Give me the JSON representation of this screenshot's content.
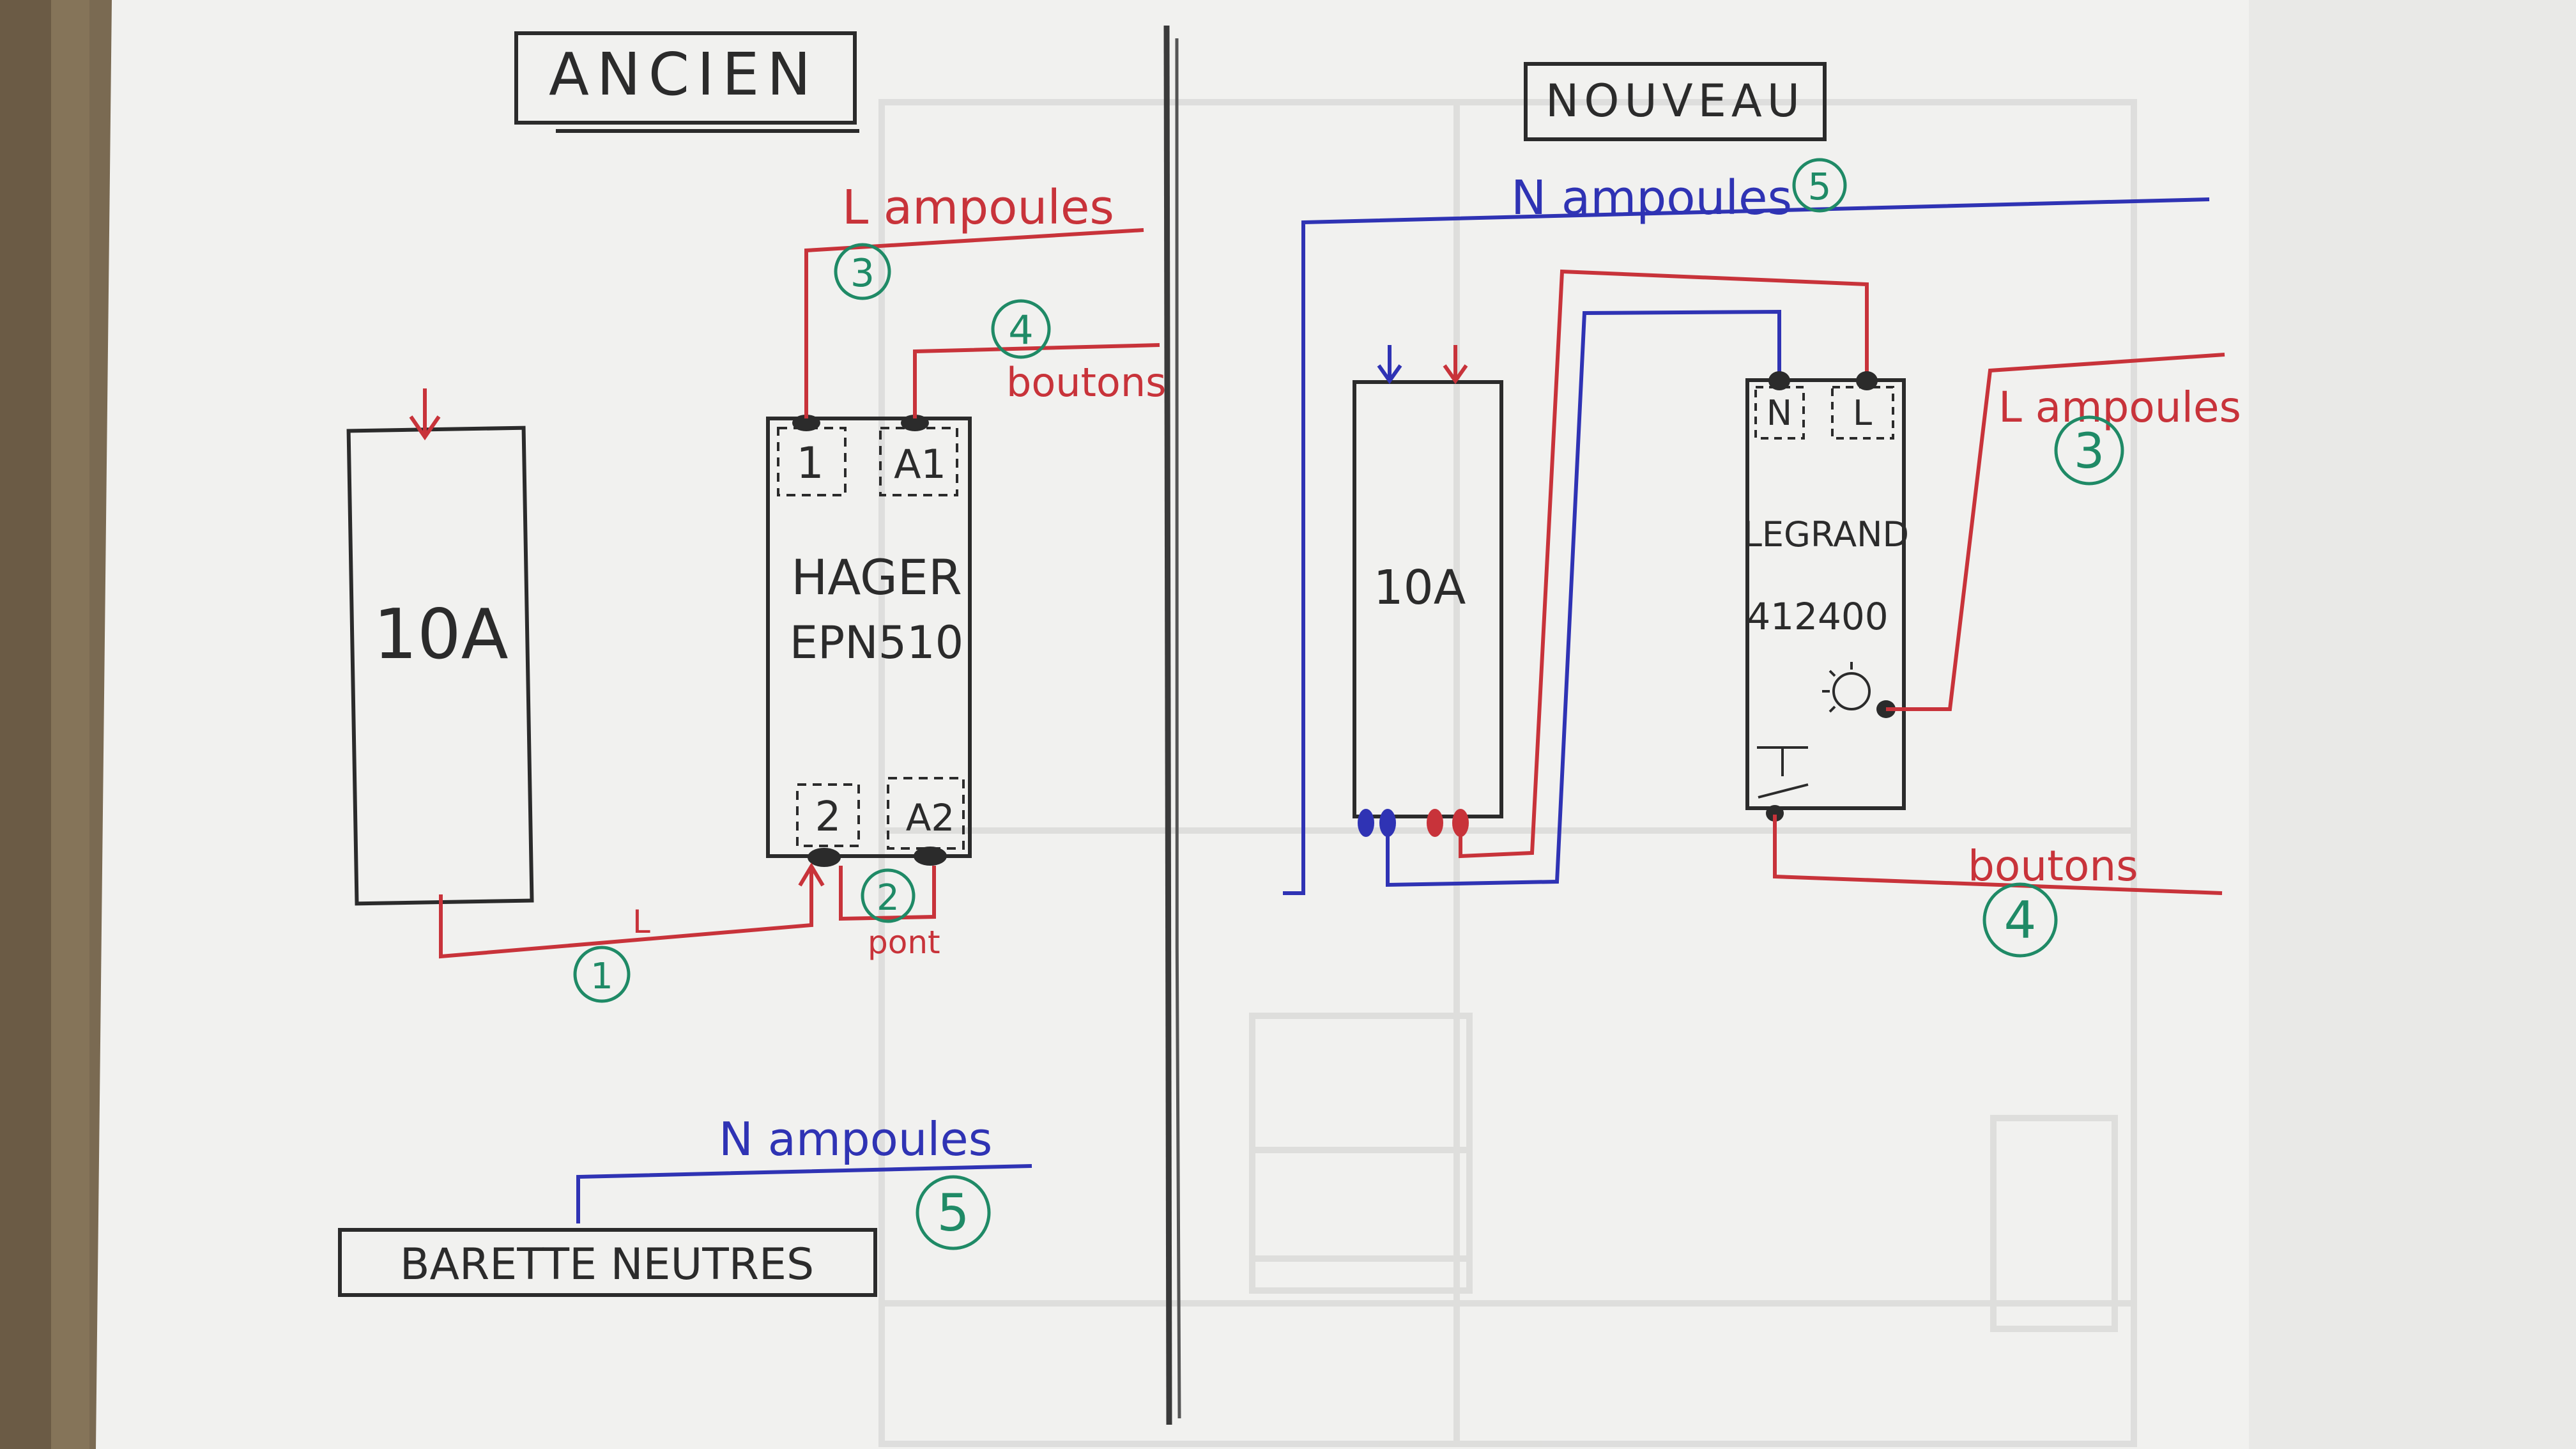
{
  "colors": {
    "ink_black": "#2b2b2b",
    "ink_red": "#c8333a",
    "ink_blue": "#2f33b4",
    "ink_green": "#1f8a66",
    "paper": "#f1f1ef",
    "wood": "#7a6a52"
  },
  "left": {
    "title": "ANCIEN",
    "breaker_label": "10A",
    "relay_brand": "HAGER",
    "relay_model": "EPN510",
    "terminal_1": "1",
    "terminal_a1": "A1",
    "terminal_2": "2",
    "terminal_a2": "A2",
    "l_ampoules": "L ampoules",
    "boutons": "boutons",
    "l_label": "L",
    "pont": "pont",
    "n_ampoules": "N ampoules",
    "neutral_bar": "BARETTE NEUTRES",
    "circle_1": "1",
    "circle_2": "2",
    "circle_3": "3",
    "circle_4": "4",
    "circle_5": "5"
  },
  "right": {
    "title": "NOUVEAU",
    "n_ampoules": "N ampoules",
    "breaker_label": "10A",
    "relay_brand": "LEGRAND",
    "relay_model": "412400",
    "terminal_n": "N",
    "terminal_l": "L",
    "l_ampoules": "L ampoules",
    "boutons": "boutons",
    "circle_3": "3",
    "circle_4": "4",
    "circle_5": "5"
  }
}
